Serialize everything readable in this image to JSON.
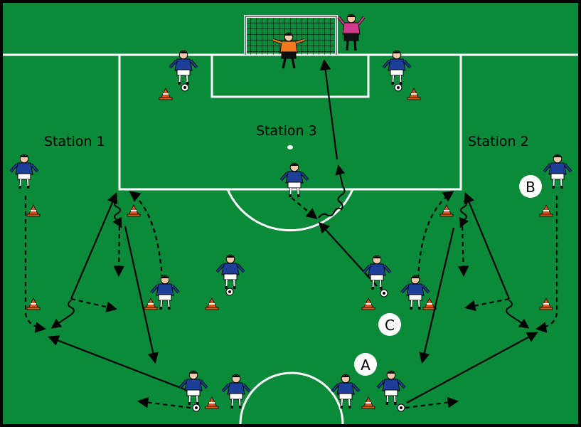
{
  "labels": {
    "station1": "Station 1",
    "station2": "Station 2",
    "station3": "Station 3"
  },
  "markers": {
    "a": "A",
    "b": "B",
    "c": "C"
  },
  "colors": {
    "pitch": "#0b8a3a",
    "pitch_dark": "#087a33",
    "lines": "#ffffff",
    "player_shirt": "#1c3f9a",
    "keeper_orange": "#f47a20",
    "keeper_pink": "#d23a8c",
    "cone": "#e2561d",
    "ball": "#ffffff"
  },
  "icons": [
    "player-icon",
    "goalkeeper-icon",
    "cone-icon",
    "ball-icon",
    "goal-icon"
  ]
}
